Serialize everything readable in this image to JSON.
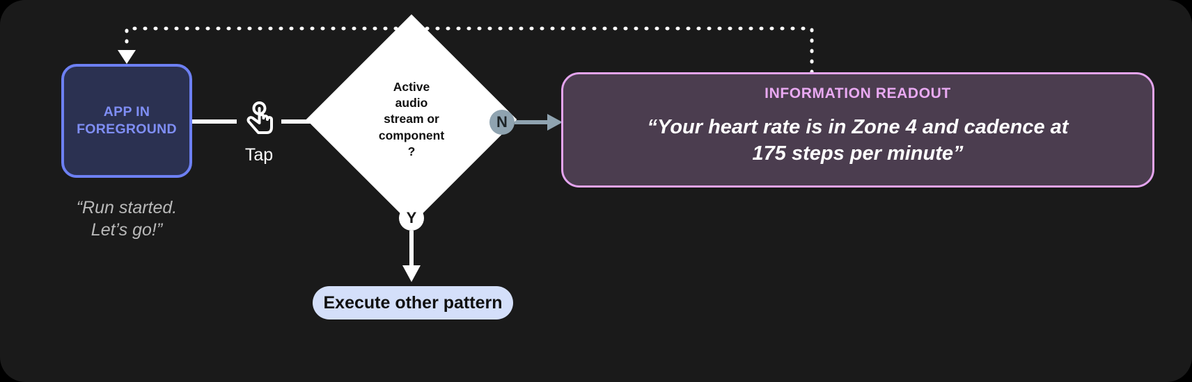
{
  "canvas": {
    "background": "#1a1a1a"
  },
  "app_node": {
    "label": "APP IN FOREGROUND",
    "caption": "“Run started.\nLet’s go!”",
    "fill": "#2b3151",
    "border": "#6d80f3",
    "text_color": "#7f8ef5"
  },
  "gesture": {
    "icon": "tap-hand-icon",
    "label": "Tap"
  },
  "decision": {
    "text": "Active\naudio\nstream or\ncomponent\n?",
    "fill": "#ffffff",
    "text_color": "#101010",
    "branches": {
      "no": {
        "label": "N",
        "badge_fill": "#8fa3b0",
        "badge_text": "#1d2427"
      },
      "yes": {
        "label": "Y",
        "badge_fill": "#ffffff",
        "badge_text": "#161616"
      }
    }
  },
  "readout": {
    "title": "INFORMATION READOUT",
    "body": "“Your heart rate is in Zone 4 and cadence at\n175 steps per minute”",
    "fill": "#4b3d4f",
    "border": "#e4a4ee",
    "title_color": "#e9a9f2",
    "body_color": "#ffffff"
  },
  "other_pattern": {
    "label": "Execute other pattern",
    "fill": "#d4dffa",
    "text_color": "#101010"
  },
  "connectors": {
    "solid_color": "#ffffff",
    "no_branch_color": "#8fa3b0",
    "feedback_style": "dotted",
    "feedback_color": "#ffffff"
  }
}
